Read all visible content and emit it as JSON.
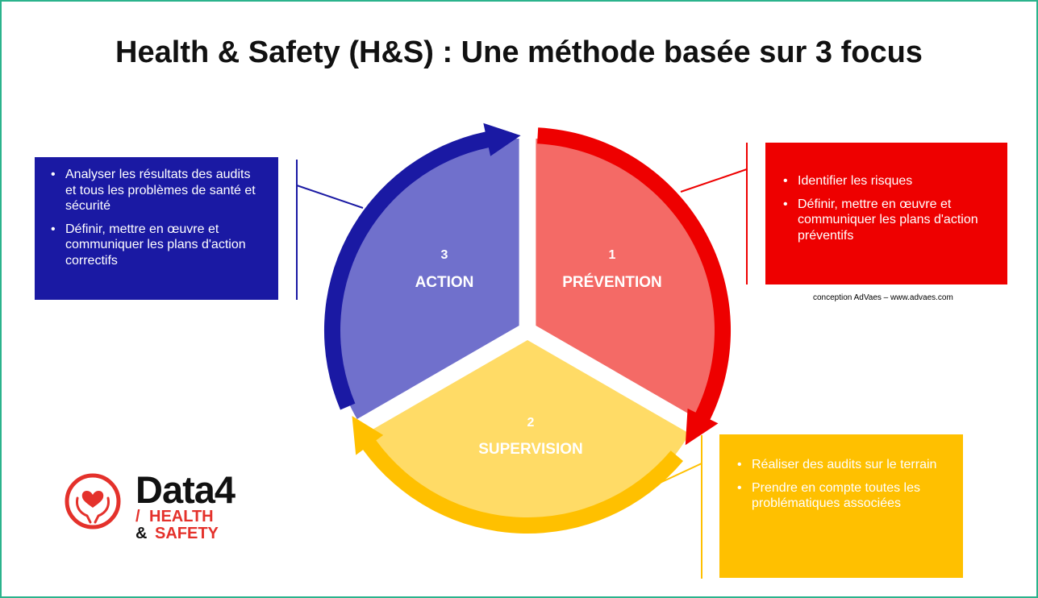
{
  "title": "Health & Safety (H&S) : Une méthode basée sur 3 focus",
  "segments": {
    "action": {
      "number": "3",
      "label": "ACTION"
    },
    "prevention": {
      "number": "1",
      "label": "PRÉVENTION"
    },
    "supervision": {
      "number": "2",
      "label": "SUPERVISION"
    }
  },
  "boxes": {
    "action": {
      "bullets": [
        "Analyser les résultats des audits et tous les problèmes de santé et sécurité",
        "Définir, mettre en œuvre et communiquer les plans d'action correctifs"
      ]
    },
    "prevention": {
      "bullets": [
        "Identifier les risques",
        "Définir, mettre en œuvre et communiquer les plans d'action préventifs"
      ]
    },
    "supervision": {
      "bullets": [
        "Réaliser des audits sur le terrain",
        "Prendre en compte toutes les problématiques associées"
      ]
    }
  },
  "bullet_char": "•",
  "credit": "conception AdVaes – www.advaes.com",
  "logo": {
    "brand": "Data4",
    "line1": "HEALTH",
    "slash": "/",
    "amp": "&",
    "line2": "SAFETY"
  },
  "colors": {
    "border": "#2bb38c",
    "action_dark": "#1a19a3",
    "action_light": "#7070cc",
    "prevention_dark": "#ee0000",
    "prevention_light": "#f46a66",
    "supervision_dark": "#ffc000",
    "supervision_light": "#ffdb66",
    "logo_red": "#e4312b"
  }
}
